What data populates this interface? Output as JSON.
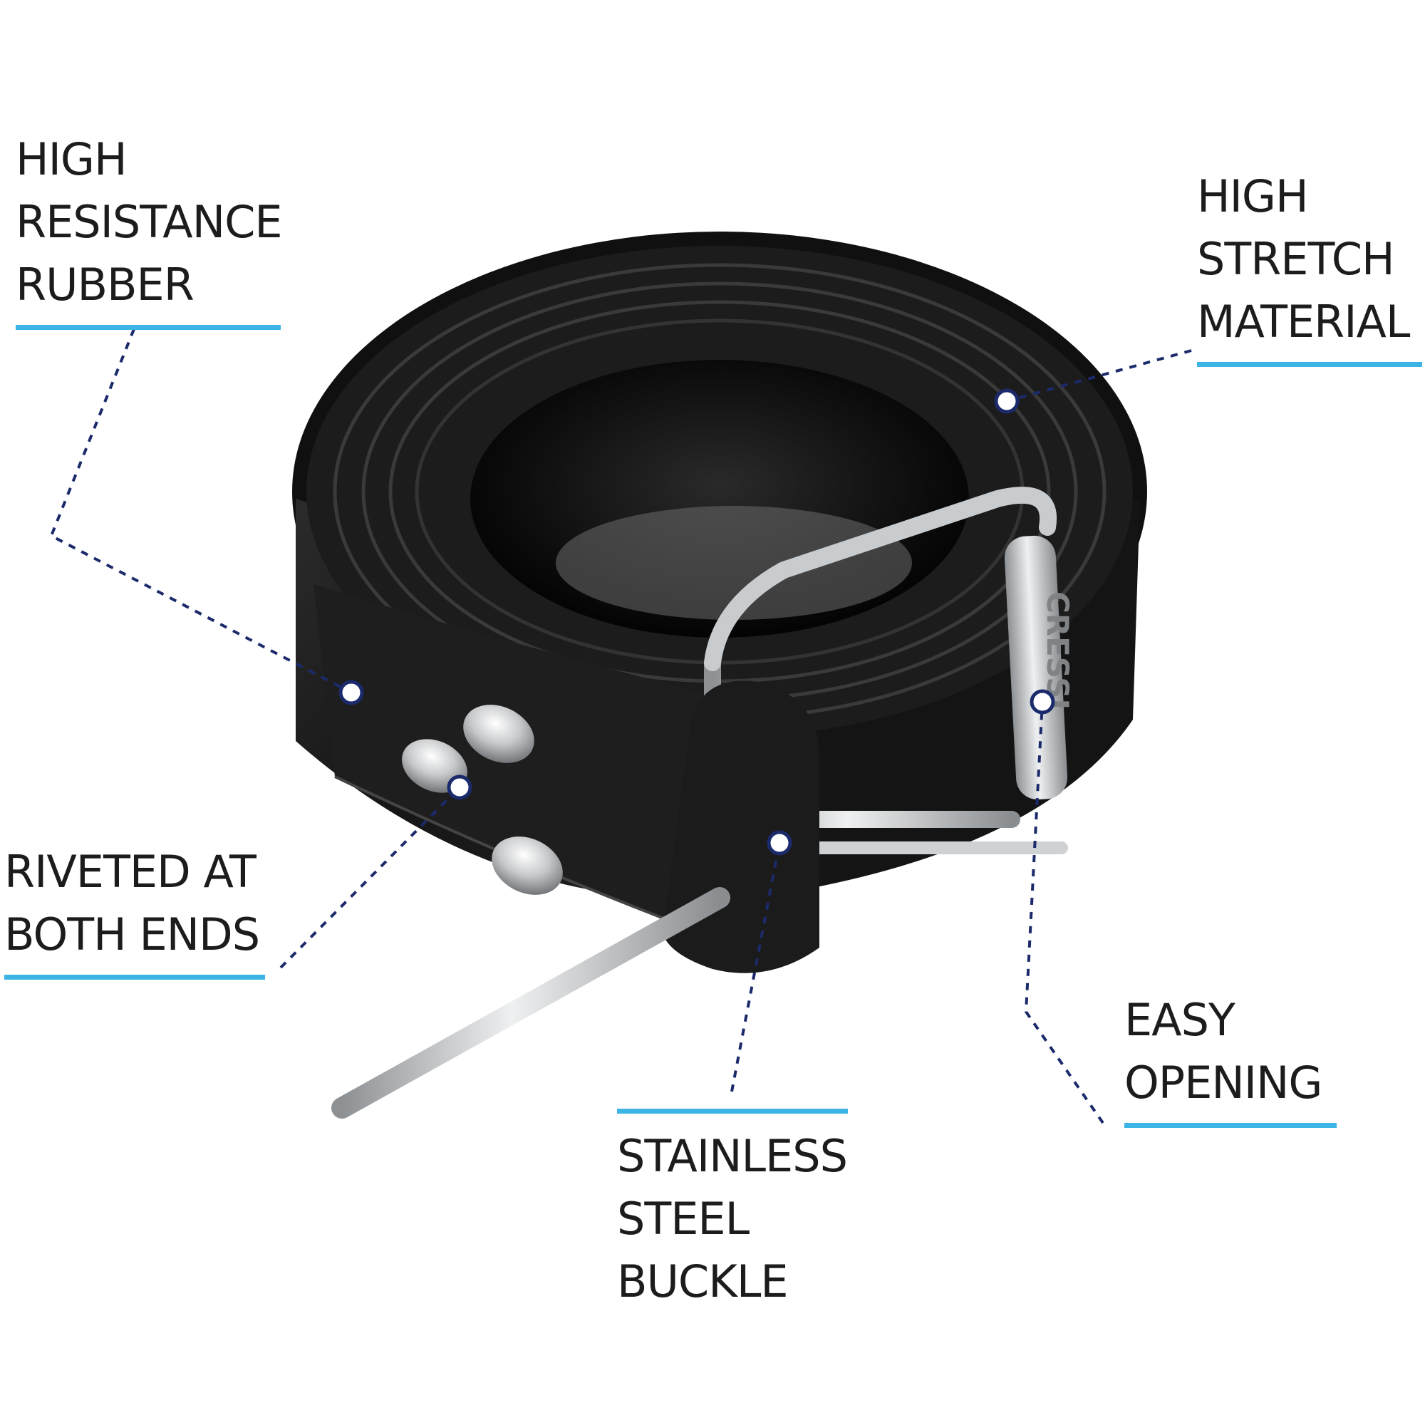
{
  "callouts": {
    "resistance": {
      "lines": [
        "HIGH",
        "RESISTANCE",
        "RUBBER"
      ]
    },
    "stretch": {
      "lines": [
        "HIGH",
        "STRETCH",
        "MATERIAL"
      ]
    },
    "riveted": {
      "lines": [
        "RIVETED AT",
        "BOTH ENDS"
      ]
    },
    "easy": {
      "lines": [
        "EASY",
        "OPENING"
      ]
    },
    "steel": {
      "lines": [
        "STAINLESS",
        "STEEL",
        "BUCKLE"
      ]
    }
  },
  "brand_stamp": "CRESSI",
  "colors": {
    "text": "#1c1c1c",
    "underline": "#3cb4e6",
    "leader": "#1b2a6b",
    "marker_ring": "#1b2a6b",
    "marker_fill": "#ffffff",
    "rubber": "#151515",
    "steel": "#b9bcbf"
  }
}
